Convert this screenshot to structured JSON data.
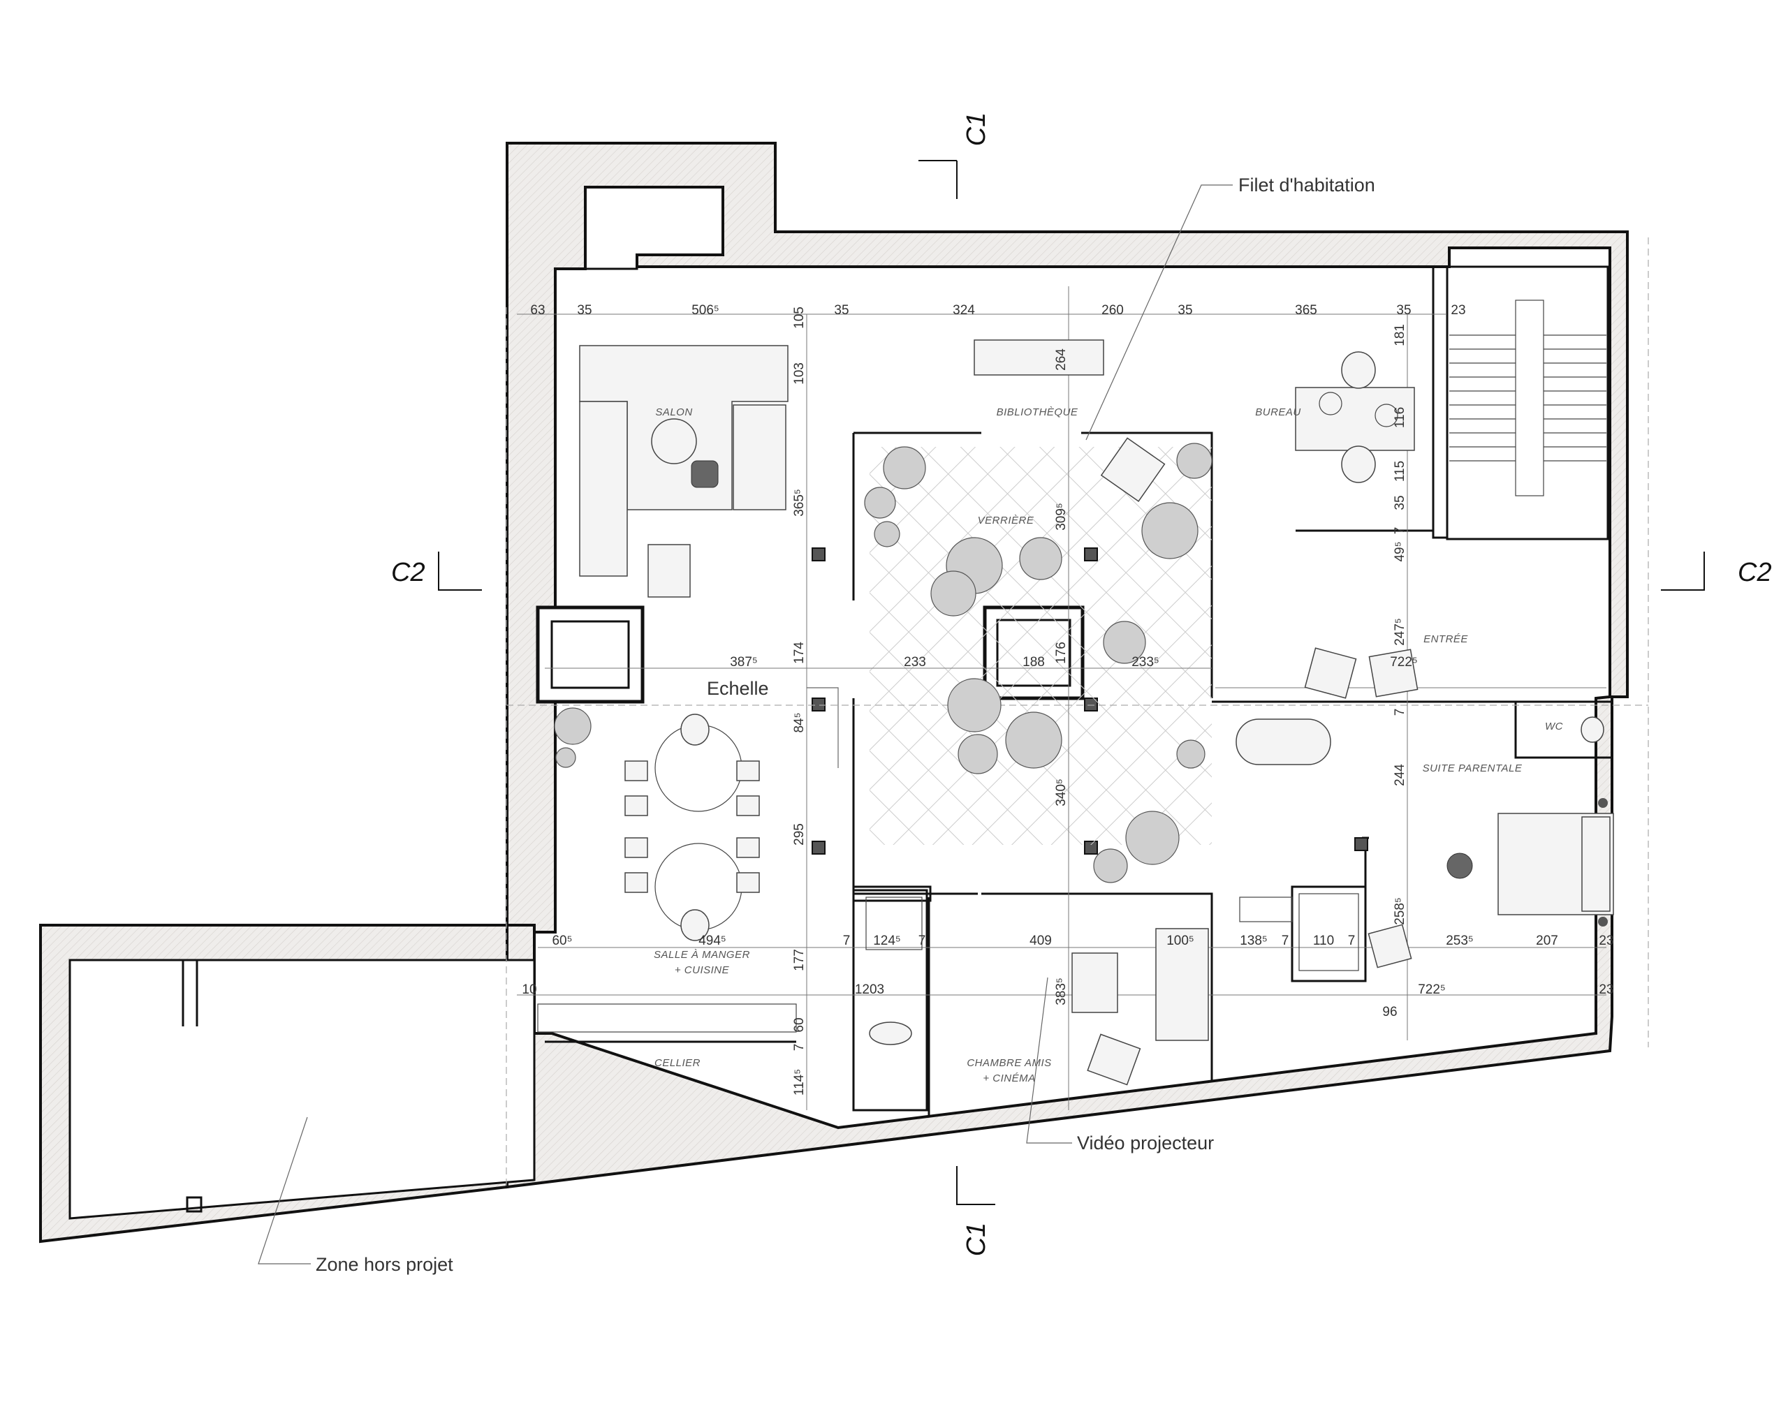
{
  "rooms": {
    "salon": "SALON",
    "bibliotheque": "BIBLIOTHÈQUE",
    "bureau": "BUREAU",
    "verriere": "VERRIÈRE",
    "entree": "ENTRÉE",
    "wc": "WC",
    "suite_parentale": "SUITE PARENTALE",
    "salle_a_manger_1": "SALLE À MANGER",
    "salle_a_manger_2": "+ CUISINE",
    "cellier": "CELLIER",
    "chambre_amis_1": "CHAMBRE AMIS",
    "chambre_amis_2": "+ CINÉMA"
  },
  "annotations": {
    "filet": "Filet d'habitation",
    "echelle": "Echelle",
    "video": "Vidéo projecteur",
    "zone": "Zone hors projet"
  },
  "sections": {
    "c1_top": "C1",
    "c1_bottom": "C1",
    "c2_left": "C2",
    "c2_right": "C2"
  },
  "dimensions": {
    "top": [
      "63",
      "35",
      "506⁵",
      "35",
      "324",
      "260",
      "35",
      "365",
      "35",
      "23"
    ],
    "v_105": "105",
    "v_103": "103",
    "v_365": "365⁵",
    "v_264": "264",
    "v_309": "309⁵",
    "v_181": "181",
    "v_116": "116",
    "v_115": "115",
    "v_35": "35",
    "v_7a": "7",
    "v_49": "49⁵",
    "v_247": "247⁵",
    "v_174": "174",
    "v_176": "176",
    "h_387": "387⁵",
    "h_233a": "233",
    "h_188": "188",
    "h_233b": "233⁵",
    "h_722a": "722⁵",
    "v_84": "84⁵",
    "v_7b": "7",
    "v_295": "295",
    "v_340": "340⁵",
    "v_244": "244",
    "v_258": "258⁵",
    "row1": [
      "60⁵",
      "494⁵",
      "7",
      "124⁵",
      "7",
      "409",
      "100⁵",
      "138⁵",
      "7",
      "110",
      "7",
      "253⁵",
      "207",
      "23"
    ],
    "v_177": "177",
    "h_10": "10",
    "h_1203": "1203",
    "v_383": "383⁵",
    "h_722b": "722⁵",
    "h_96": "96",
    "h_23": "23",
    "v_60": "60",
    "v_7c": "7",
    "v_114": "114⁵"
  }
}
